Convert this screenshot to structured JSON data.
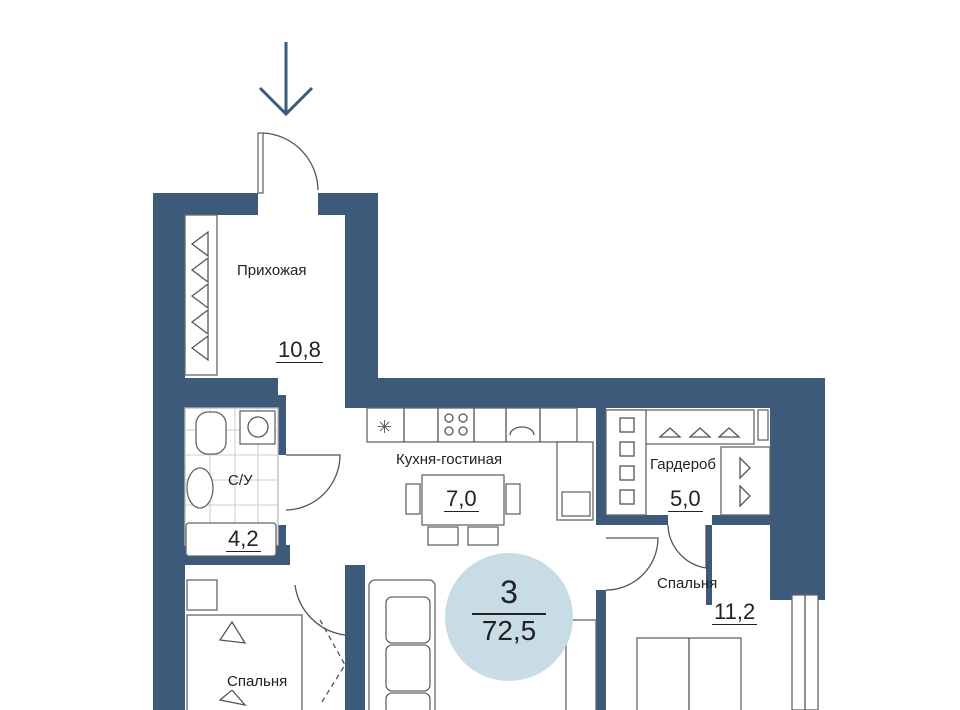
{
  "plan": {
    "rooms_count": "3",
    "total_area": "72,5",
    "wall_color": "#3d5a7a",
    "badge_color": "#c8dce6",
    "entrance_icon": "arrow-down-icon",
    "rooms": [
      {
        "name": "Прихожая",
        "area": "10,8"
      },
      {
        "name": "С/У",
        "area": "4,2"
      },
      {
        "name": "Кухня-гостиная",
        "area": "7,0"
      },
      {
        "name": "Гардероб",
        "area": "5,0"
      },
      {
        "name": "Спальня",
        "area": "11,2"
      },
      {
        "name": "Спальня",
        "area": ""
      }
    ]
  }
}
